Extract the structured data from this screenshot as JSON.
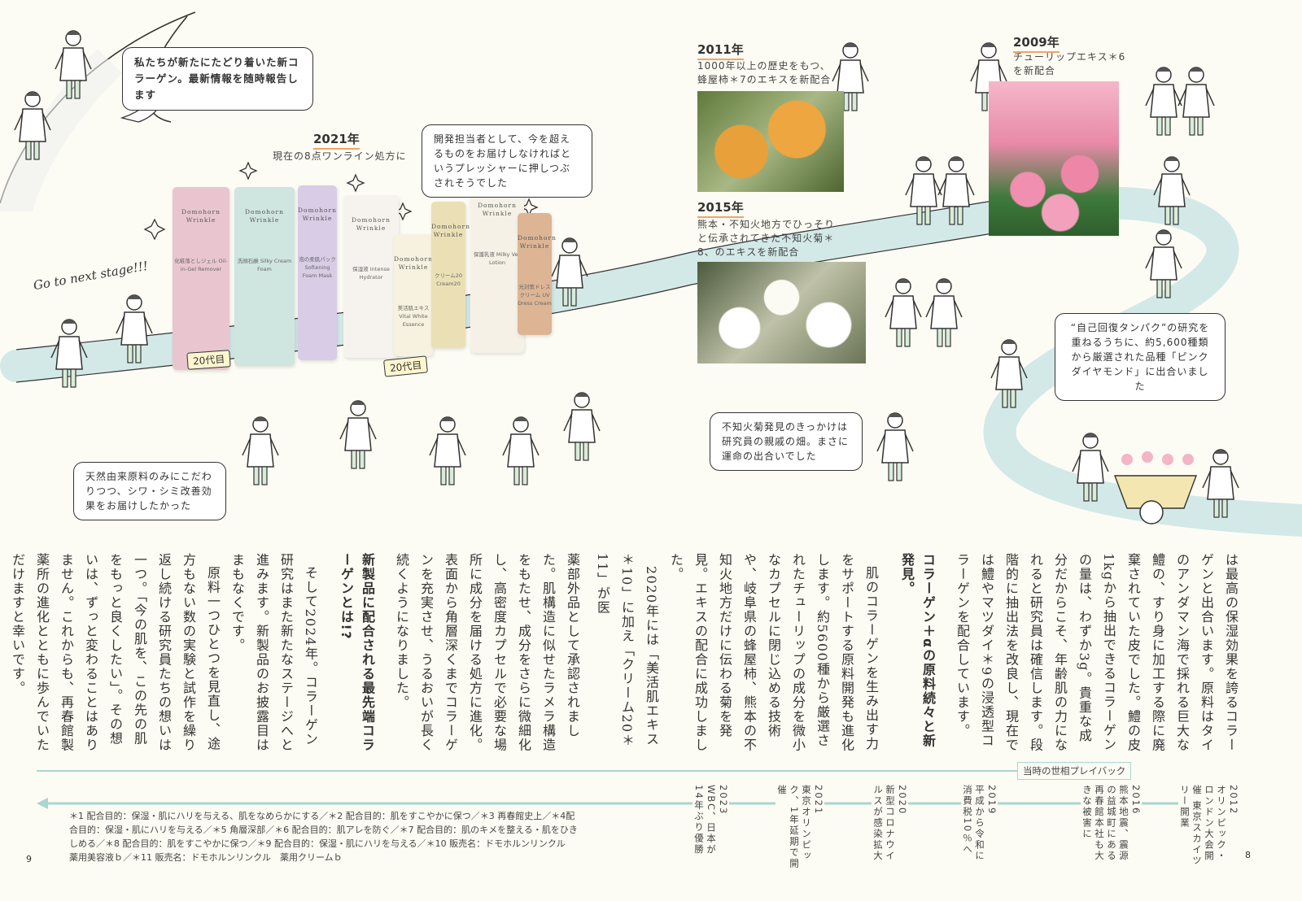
{
  "bubbles": {
    "intro": "私たちが新たにたどり着いた新コラーゲン。最新情報を随時報告します",
    "developer": "開発担当者として、今を超えるものをお届けしなければというプレッシャーに押しつぶされそうでした",
    "natural": "天然由来原料のみにこだわりつつ、シワ・シミ改善効果をお届けしたかった",
    "chrysanthemum": "不知火菊発見のきっかけは研究員の親戚の畑。まさに運命の出合いでした",
    "tulip": "“自己回復タンパク”の研究を重ねるうちに、約5,600種類から厳選された品種「ピンクダイヤモンド」に出合いました"
  },
  "handwriting": "Go to next stage!!!",
  "signs": [
    "20代目",
    "20代目"
  ],
  "milestones": [
    {
      "year": "2021年",
      "desc": "現在の8点ワンライン処方に"
    },
    {
      "year": "2011年",
      "desc": "1000年以上の歴史をもつ、蜂屋柿＊7のエキスを新配合"
    },
    {
      "year": "2015年",
      "desc": "熊本・不知火地方でひっそりと伝承されてきた不知火菊＊8、のエキスを新配合"
    },
    {
      "year": "2009年",
      "desc": "チューリップエキス＊6を新配合"
    }
  ],
  "products": [
    {
      "brand": "Domohorn Wrinkle",
      "name": "化粧落としジェル Oil-in-Gel Remover",
      "color": "#e9c6cf"
    },
    {
      "brand": "Domohorn Wrinkle",
      "name": "洗顔石鹸 Silky Cream Foam",
      "color": "#cfe5df"
    },
    {
      "brand": "Domohorn Wrinkle",
      "name": "泡の柔肌パック Softening Foam Mask",
      "color": "#d8cce6"
    },
    {
      "brand": "Domohorn Wrinkle",
      "name": "保湿液 Intense Hydrator",
      "color": "#f6f3ee"
    },
    {
      "brand": "Domohorn Wrinkle",
      "name": "美活肌エキス Vital White Essence",
      "color": "#f7f2df"
    },
    {
      "brand": "Domohorn Wrinkle",
      "name": "クリーム20 Cream20",
      "color": "#ebe0b5"
    },
    {
      "brand": "Domohorn Wrinkle",
      "name": "保護乳液 Milky Veil Lotion",
      "color": "#f6f1e6"
    },
    {
      "brand": "Domohorn Wrinkle",
      "name": "光対策ドレスクリーム UV Dress Cream",
      "color": "#ddb595"
    }
  ],
  "article": {
    "right_intro": "は最高の保湿効果を誇るコラーゲンと出合います。原料はタイのアンダマン海で採れる巨大な鱧の、すり身に加工する際に廃棄されていた皮でした。鱧の皮1kgから抽出できるコラーゲンの量は、わずか3g。貴重な成分だからこそ、年齢肌の力になれると研究員は確信します。段階的に抽出法を改良し、現在では鱧やマツダイ＊9の浸透型コラーゲンを配合しています。",
    "heading1": "コラーゲン＋αの原料続々と新発見。",
    "para2": "肌のコラーゲンを生み出す力をサポートする原料開発も進化します。約5600種から厳選されたチューリップの成分を微小なカプセルに閉じ込める技術や、岐阜県の蜂屋柿、熊本の不知火地方だけに伝わる菊を発見。エキスの配合に成功しました。",
    "para3": "2020年には「美活肌エキス＊10」に加え「クリーム20＊11」が医",
    "left_cont": "薬部外品として承認されました。肌構造に似せたラメラ構造をもたせ、成分をさらに微細化し、高密度カプセルで必要な場所に成分を届ける処方に進化。表面から角層深くまでコラーゲンを充実させ、うるおいが長く続くようになりました。",
    "heading2": "新製品に配合される最先端コラーゲンとは!?",
    "para4": "そして2024年。コラーゲン研究はまた新たなステージへと進みます。新製品のお披露目はまもなくです。",
    "para5": "原料一つひとつを見直し、途方もない数の実験と試作を繰り返し続ける研究員たちの想いは一つ。「今の肌を、この先の肌をもっと良くしたい」。その想いは、ずっと変わることはありません。これからも、再春館製薬所の進化とともに歩んでいただけますと幸いです。"
  },
  "timeline": {
    "label": "当時の世相プレイバック",
    "events": [
      {
        "year": "2012",
        "text": "オリンピック・ロンドン大会開催 東京スカイツリー開業"
      },
      {
        "year": "2016",
        "text": "熊本地震、震源の益城町にある再春館本社も大きな被害に"
      },
      {
        "year": "2019",
        "text": "平成から令和に消費税10％へ"
      },
      {
        "year": "2020",
        "text": "新型コロナウイルスが感染拡大"
      },
      {
        "year": "2021",
        "text": "東京オリンピック、1年延期で開催"
      },
      {
        "year": "2023",
        "text": "WBC、日本が14年ぶり優勝"
      }
    ]
  },
  "footnotes": "＊1 配合目的：保湿・肌にハリを与える、肌をなめらかにする／＊2 配合目的：肌をすこやかに保つ／＊3 再春館史上／＊4配合目的：保湿・肌にハリを与える／＊5 角層深部／＊6 配合目的：肌アレを防ぐ／＊7 配合目的：肌のキメを整える・肌をひきしめる／＊8 配合目的：肌をすこやかに保つ／＊9 配合目的：保湿・肌にハリを与える／＊10 販売名：ドモホルンリンクル　薬用美容液ｂ／＊11 販売名：ドモホルンリンクル　薬用クリームｂ",
  "page_numbers": {
    "left": "9",
    "right": "8"
  },
  "colors": {
    "path": "#d3e9e7",
    "accent": "#f0a46a",
    "timeline": "#a9d6cf"
  }
}
